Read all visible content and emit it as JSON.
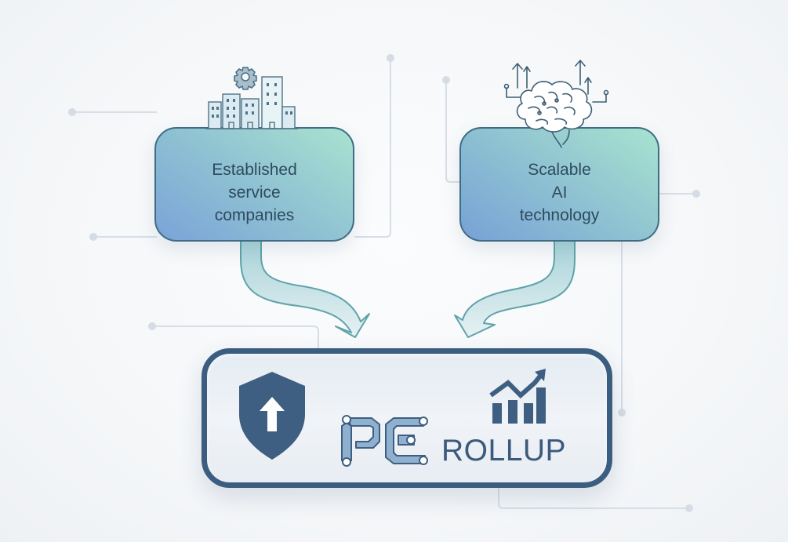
{
  "diagram": {
    "nodes": [
      {
        "id": "established",
        "label": "Established\nservice\ncompanies",
        "icon": "buildings-gear-icon"
      },
      {
        "id": "ai",
        "label": "Scalable\nAI\ntechnology",
        "icon": "brain-circuit-icon"
      }
    ],
    "target": {
      "logo_text": "PE",
      "label": "ROLLUP",
      "icons": [
        "shield-up-arrow-icon",
        "growth-chart-icon"
      ]
    },
    "edges": [
      {
        "from": "established",
        "to": "target"
      },
      {
        "from": "ai",
        "to": "target"
      }
    ]
  },
  "colors": {
    "border_dark": "#3a5d80",
    "box_border": "#3f6d83",
    "gradient_blue": "#7aa3d8",
    "gradient_mint": "#a9e2cf",
    "arrow_fill": "#cfe6ea",
    "arrow_stroke": "#5aa1a8",
    "connector": "#d5dde6",
    "text": "#2f4a5f"
  }
}
